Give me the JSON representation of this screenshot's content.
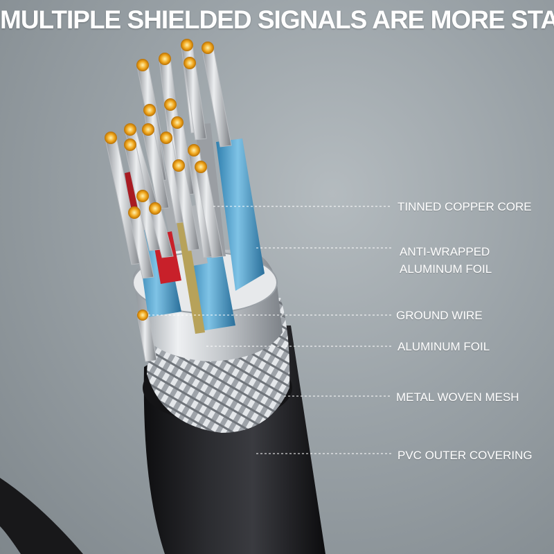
{
  "header": {
    "title": "MULTIPLE SHIELDED SIGNALS ARE MORE STABL"
  },
  "labels": {
    "tinned_copper_core": "TINNED COPPER CORE",
    "anti_wrapped_line1": "ANTI-WRAPPED",
    "anti_wrapped_line2": "ALUMINUM FOIL",
    "ground_wire": "GROUND WIRE",
    "aluminum_foil": "ALUMINUM FOIL",
    "metal_woven_mesh": "METAL WOVEN MESH",
    "pvc_outer_covering": "PVC OUTER COVERING"
  },
  "colors": {
    "outer_jacket": "#1c1c1e",
    "braid": "#c9cdd2",
    "foil": "#d6d9dc",
    "blue_foil": "#5fa9d0",
    "copper_tip": "#f0a61c",
    "red_insulation": "#c8202a",
    "leader_line": "#ffffff"
  }
}
